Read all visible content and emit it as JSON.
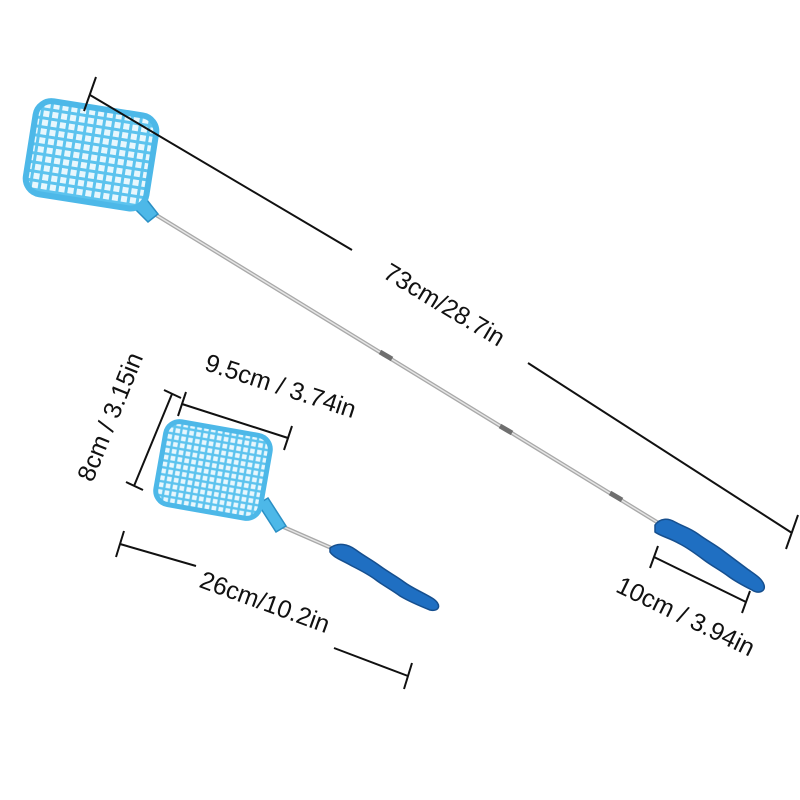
{
  "colors": {
    "background": "#ffffff",
    "swatter_blue": "#4db8e8",
    "swatter_dark": "#2a8fc4",
    "handle_blue": "#1f6fc2",
    "rod_silver": "#b9b9b9",
    "dimension_line": "#111111"
  },
  "dimensions": {
    "extended_length": "73cm/28.7in",
    "head_width": "9.5cm / 3.74in",
    "head_height": "8cm / 3.15in",
    "collapsed_length": "26cm/10.2in",
    "handle_length": "10cm / 3.94in"
  }
}
